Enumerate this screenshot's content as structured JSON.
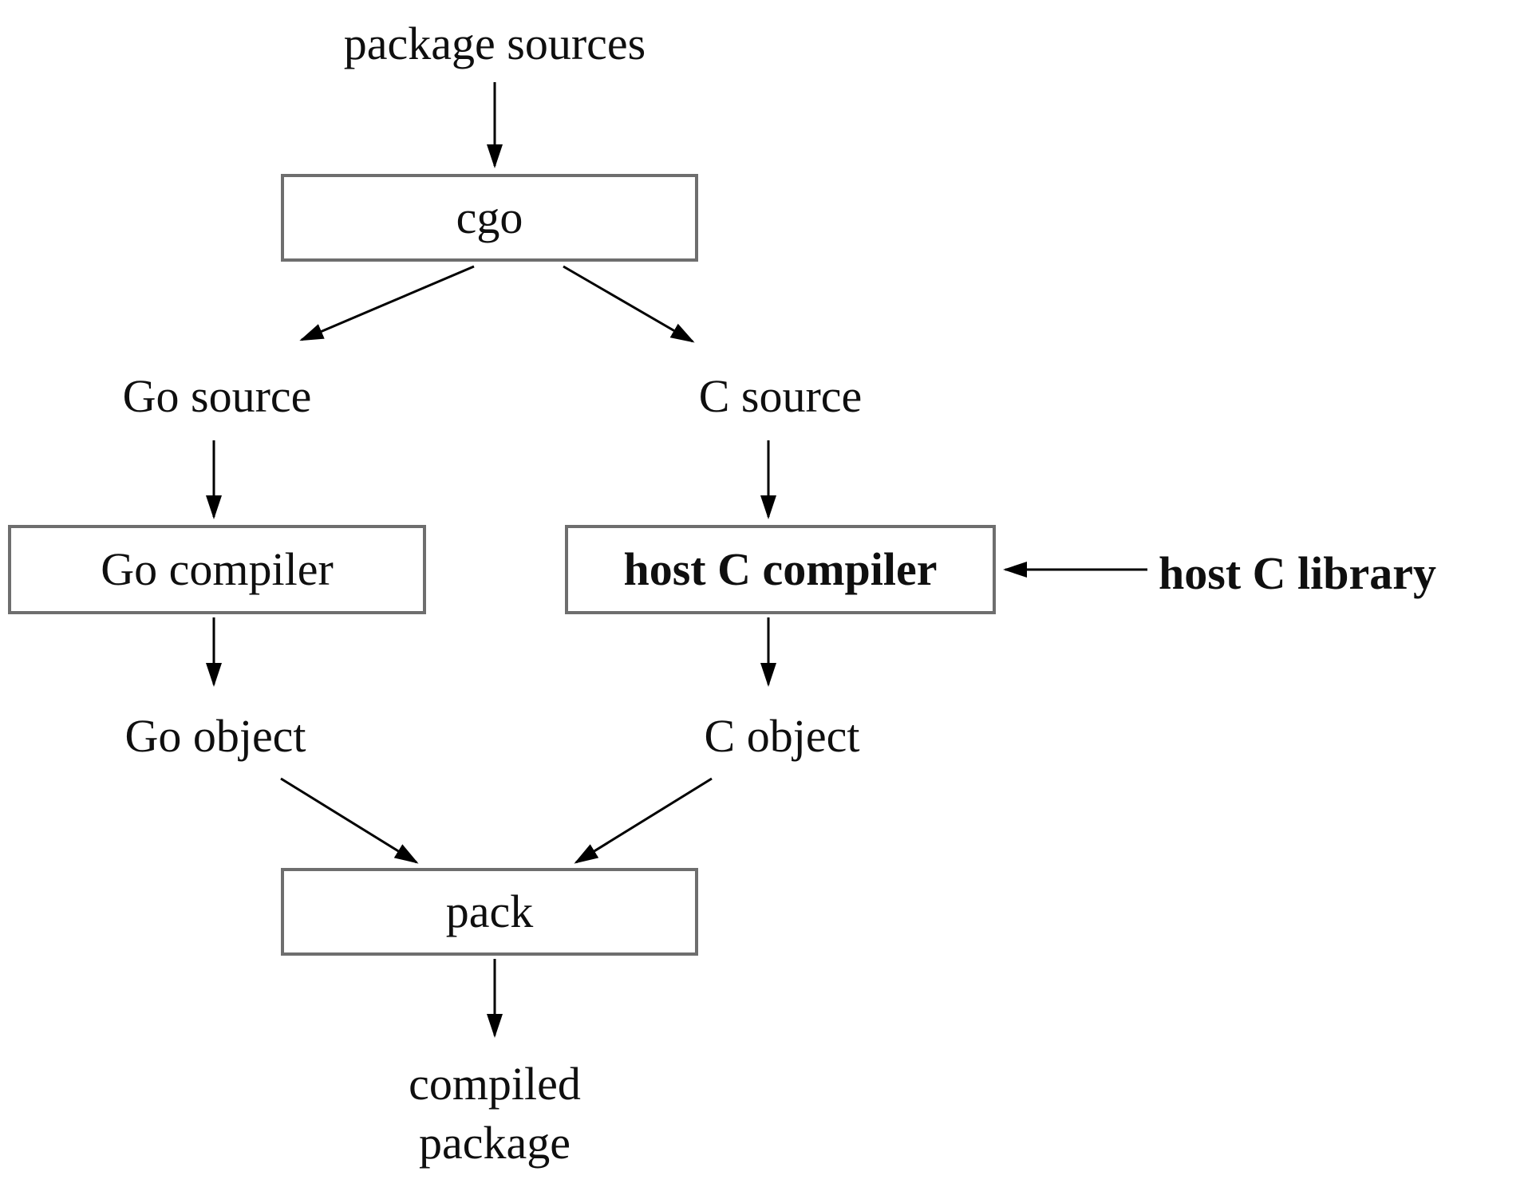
{
  "diagram": {
    "type": "flowchart",
    "nodes": {
      "package_sources": "package sources",
      "cgo": "cgo",
      "go_source": "Go source",
      "c_source": "C source",
      "go_compiler": "Go compiler",
      "host_c_compiler": "host C compiler",
      "host_c_library": "host C library",
      "go_object": "Go object",
      "c_object": "C object",
      "pack": "pack",
      "compiled_package": "compiled package"
    },
    "edges": [
      {
        "from": "package_sources",
        "to": "cgo"
      },
      {
        "from": "cgo",
        "to": "go_source"
      },
      {
        "from": "cgo",
        "to": "c_source"
      },
      {
        "from": "go_source",
        "to": "go_compiler"
      },
      {
        "from": "c_source",
        "to": "host_c_compiler"
      },
      {
        "from": "host_c_library",
        "to": "host_c_compiler"
      },
      {
        "from": "go_compiler",
        "to": "go_object"
      },
      {
        "from": "host_c_compiler",
        "to": "c_object"
      },
      {
        "from": "go_object",
        "to": "pack"
      },
      {
        "from": "c_object",
        "to": "pack"
      },
      {
        "from": "pack",
        "to": "compiled_package"
      }
    ],
    "colors": {
      "background": "#ffffff",
      "text": "#0f0f0f",
      "box_border": "#6e6e6e",
      "box_fill": "#ffffff",
      "arrow": "#000000"
    }
  }
}
